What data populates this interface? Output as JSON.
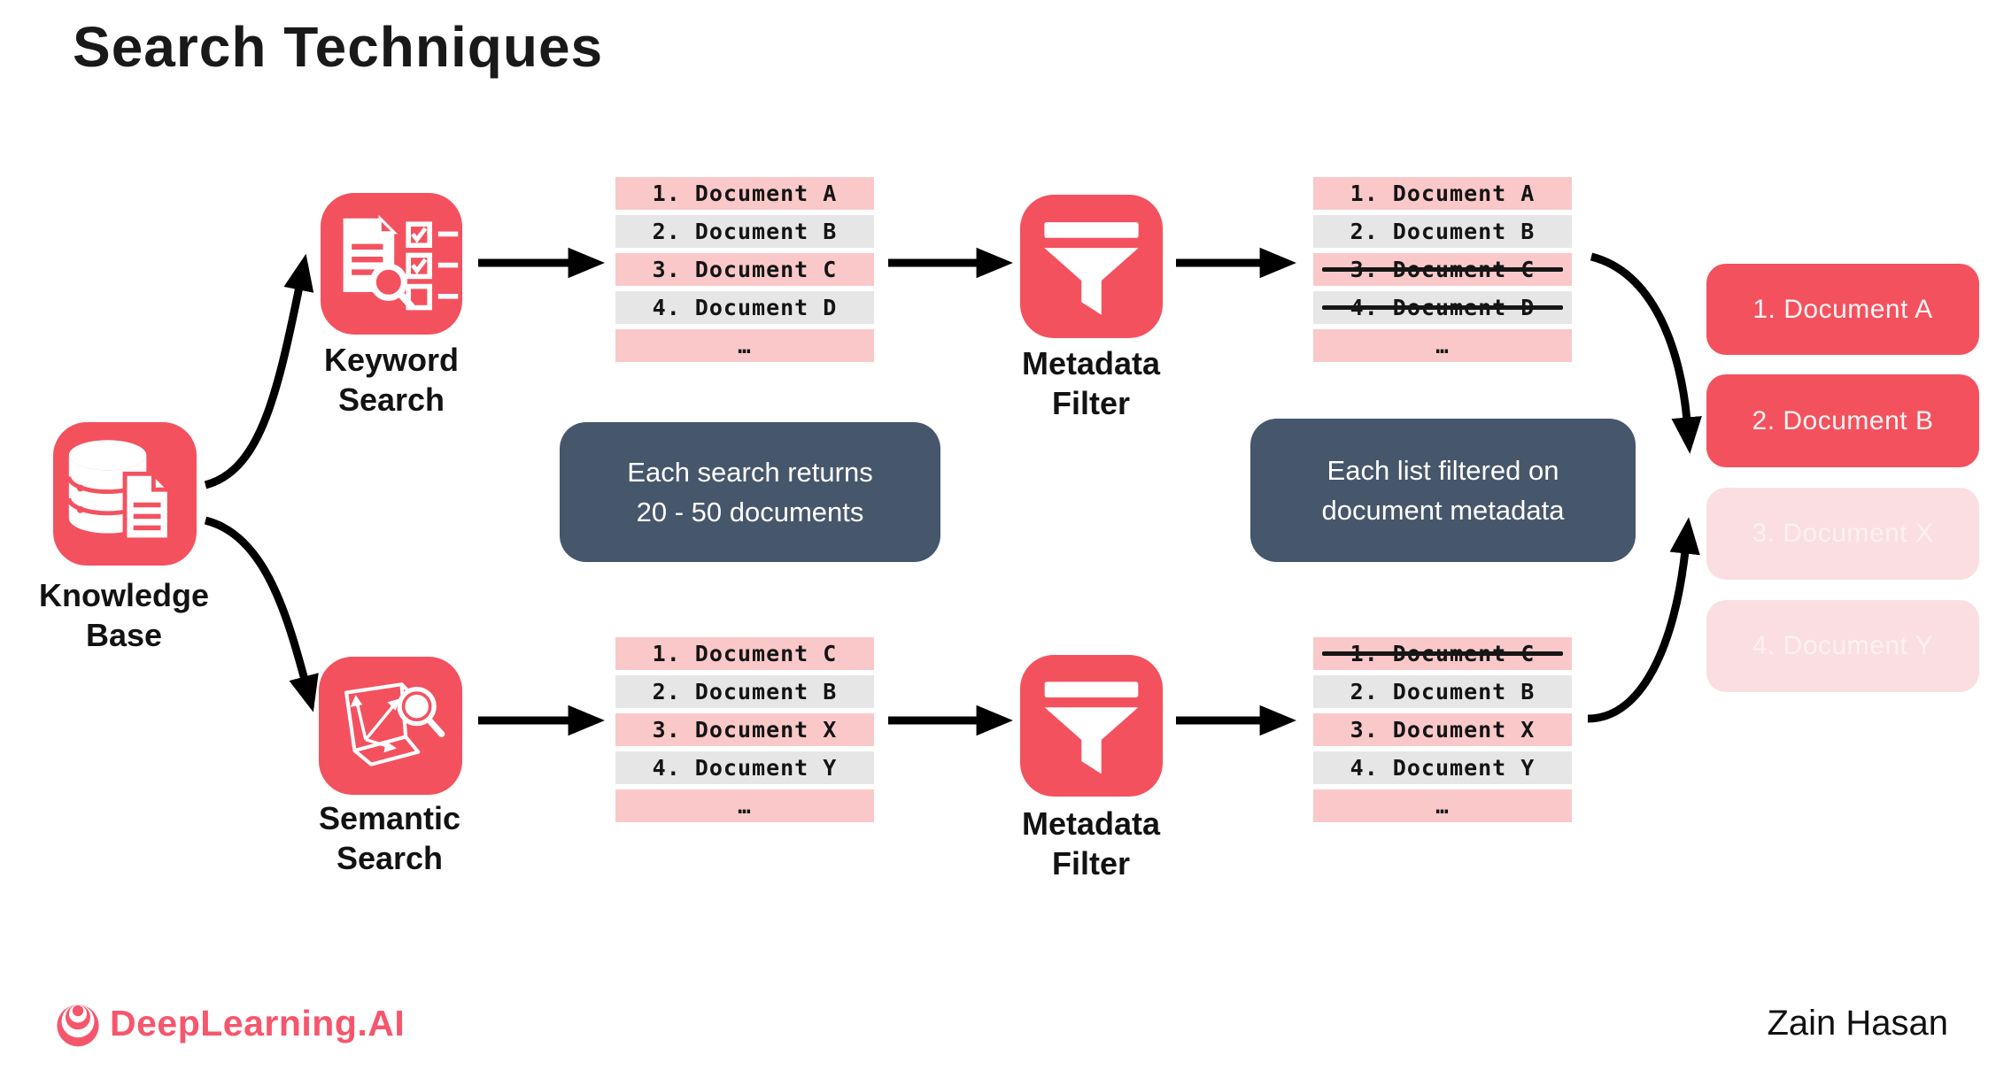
{
  "title": "Search Techniques",
  "author": "Zain Hasan",
  "brand": {
    "name": "DeepLearning.AI",
    "icon": "deeplearning-ripple-icon",
    "color": "#F6566C"
  },
  "colors": {
    "accent_coral": "#F4515F",
    "row_pink": "#FAC8C8",
    "row_gray": "#E6E6E6",
    "callout_slate": "#46566B",
    "faded_pink": "#FBDEE2",
    "faded_text": "#FDF0F1",
    "arrow_black": "#000000"
  },
  "nodes": {
    "knowledge_base": {
      "icon": "database-documents-icon",
      "line1": "Knowledge",
      "line2": "Base"
    },
    "keyword_search": {
      "icon": "document-checklist-magnifier-icon",
      "line1": "Keyword",
      "line2": "Search"
    },
    "semantic_search": {
      "icon": "vector-cube-magnifier-icon",
      "line1": "Semantic",
      "line2": "Search"
    },
    "metadata_filter_top": {
      "icon": "funnel-icon",
      "line1": "Metadata",
      "line2": "Filter"
    },
    "metadata_filter_bottom": {
      "icon": "funnel-icon",
      "line1": "Metadata",
      "line2": "Filter"
    }
  },
  "callouts": {
    "search_returns": {
      "line1": "Each search returns",
      "line2": "20 - 50 documents"
    },
    "filtered_on": {
      "line1": "Each list filtered on",
      "line2": "document metadata"
    }
  },
  "lists": {
    "keyword_results": {
      "rows": [
        {
          "text": "1. Document A",
          "struck": false
        },
        {
          "text": "2. Document B",
          "struck": false
        },
        {
          "text": "3. Document C",
          "struck": false
        },
        {
          "text": "4. Document D",
          "struck": false
        },
        {
          "text": "…",
          "struck": false
        }
      ]
    },
    "keyword_filtered": {
      "rows": [
        {
          "text": "1. Document A",
          "struck": false
        },
        {
          "text": "2. Document B",
          "struck": false
        },
        {
          "text": "3. Document C",
          "struck": true
        },
        {
          "text": "4. Document D",
          "struck": true
        },
        {
          "text": "…",
          "struck": false
        }
      ]
    },
    "semantic_results": {
      "rows": [
        {
          "text": "1. Document C",
          "struck": false
        },
        {
          "text": "2. Document B",
          "struck": false
        },
        {
          "text": "3. Document X",
          "struck": false
        },
        {
          "text": "4. Document Y",
          "struck": false
        },
        {
          "text": "…",
          "struck": false
        }
      ]
    },
    "semantic_filtered": {
      "rows": [
        {
          "text": "1. Document C",
          "struck": true
        },
        {
          "text": "2. Document B",
          "struck": false
        },
        {
          "text": "3. Document X",
          "struck": false
        },
        {
          "text": "4. Document Y",
          "struck": false
        },
        {
          "text": "…",
          "struck": false
        }
      ]
    }
  },
  "final_results": {
    "items": [
      {
        "label": "1. Document A",
        "faded": false
      },
      {
        "label": "2. Document B",
        "faded": false
      },
      {
        "label": "3. Document X",
        "faded": true
      },
      {
        "label": "4. Document Y",
        "faded": true
      }
    ]
  }
}
